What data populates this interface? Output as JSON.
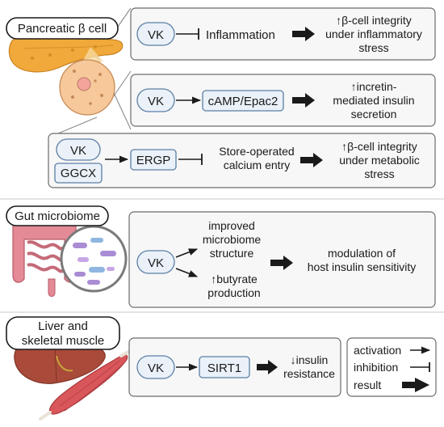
{
  "sections": {
    "pancreatic": {
      "title": "Pancreatic β cell",
      "row1": {
        "source": "VK",
        "target": "Inflammation",
        "result": [
          "↑β-cell integrity",
          "under inflammatory",
          "stress"
        ]
      },
      "row2": {
        "source": "VK",
        "target": "cAMP/Epac2",
        "result": [
          "↑incretin-",
          "mediated insulin",
          "secretion"
        ]
      },
      "row3": {
        "source_a": "VK",
        "source_b": "GGCX",
        "mid": "ERGP",
        "target": [
          "Store-operated",
          "calcium entry"
        ],
        "result": [
          "↑β-cell integrity",
          "under metabolic",
          "stress"
        ]
      }
    },
    "gut": {
      "title": "Gut microbiome",
      "source": "VK",
      "upper": [
        "improved",
        "microbiome",
        "structure"
      ],
      "lower": [
        "↑butyrate",
        "production"
      ],
      "result": [
        "modulation of",
        "host insulin sensitivity"
      ]
    },
    "liver": {
      "title": [
        "Liver and",
        "skeletal muscle"
      ],
      "source": "VK",
      "target": "SIRT1",
      "result": [
        "↓insulin",
        "resistance"
      ]
    }
  },
  "legend": {
    "activation": "activation",
    "inhibition": "inhibition",
    "result": "result"
  },
  "colors": {
    "panel_fill": "#f7f7f7",
    "label_fill": "#eaf1f8",
    "label_stroke": "#5b7fa6",
    "pancreas": "#f0a93a",
    "cell": "#f6c89a",
    "intestine": "#e48a96",
    "liver": "#a94a3a",
    "muscle": "#d9565a"
  }
}
